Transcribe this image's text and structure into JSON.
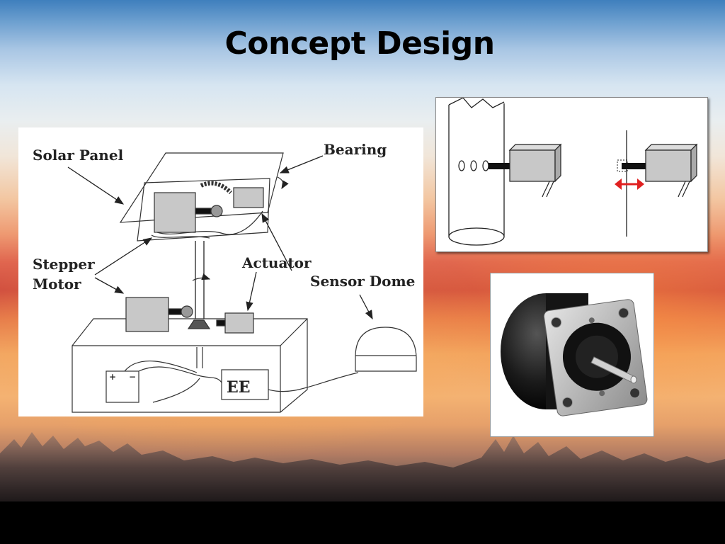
{
  "slide": {
    "title": "Concept Design"
  },
  "main_diagram": {
    "labels": {
      "solar_panel": "Solar Panel",
      "bearing": "Bearing",
      "stepper": "Stepper",
      "motor": "Motor",
      "actuator": "Actuator",
      "sensor_dome": "Sensor Dome",
      "ee": "EE",
      "battery_plus": "+",
      "battery_minus": "−"
    }
  },
  "colors": {
    "box_fill": "#c8c8c8",
    "arrow_red": "#e02020",
    "motor_body": "#111111",
    "motor_plate": "#b8b8b8"
  }
}
